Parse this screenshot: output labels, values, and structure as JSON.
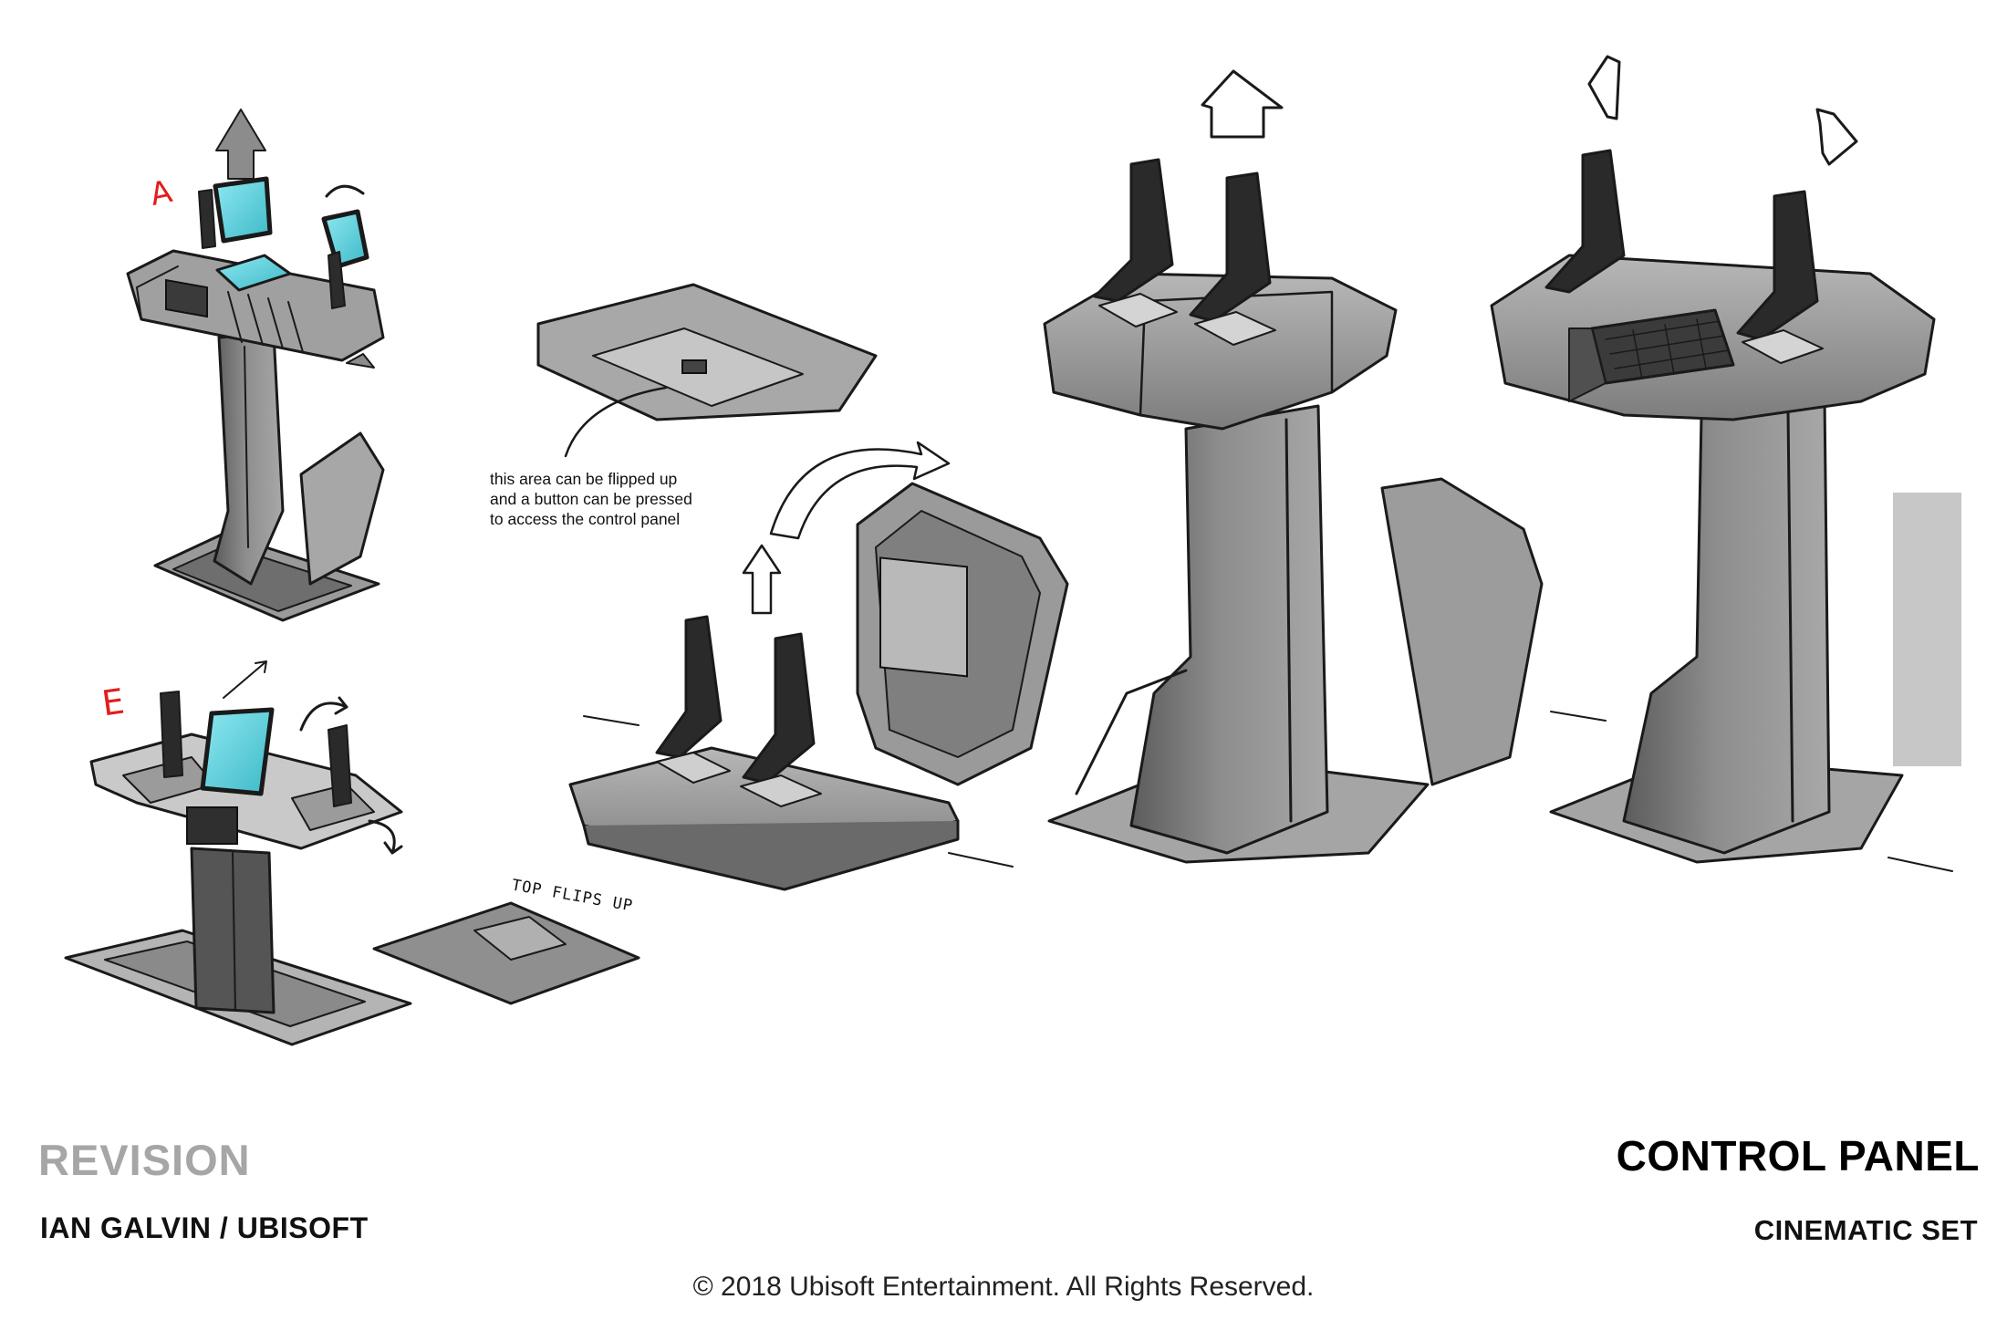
{
  "header": {
    "revision_label": "REVISION",
    "artist_credit": "IAN GALVIN / UBISOFT",
    "title": "CONTROL PANEL",
    "subtitle": "CINEMATIC SET"
  },
  "footer": {
    "copyright": "© 2018 Ubisoft Entertainment. All Rights Reserved."
  },
  "sketch_labels": {
    "variant_a": "A",
    "variant_e": "E",
    "top_flip_note": "TOP FLIPS UP",
    "flip_note_lines": [
      "this area can be flipped up",
      "and a button can be pressed",
      "to access the control panel"
    ]
  },
  "colors": {
    "variant_letter": "#e11d1d",
    "revision_gray": "#a6a6a6",
    "screen_cyan": "#62d3df",
    "metal_gray": "#8a8a8a"
  }
}
